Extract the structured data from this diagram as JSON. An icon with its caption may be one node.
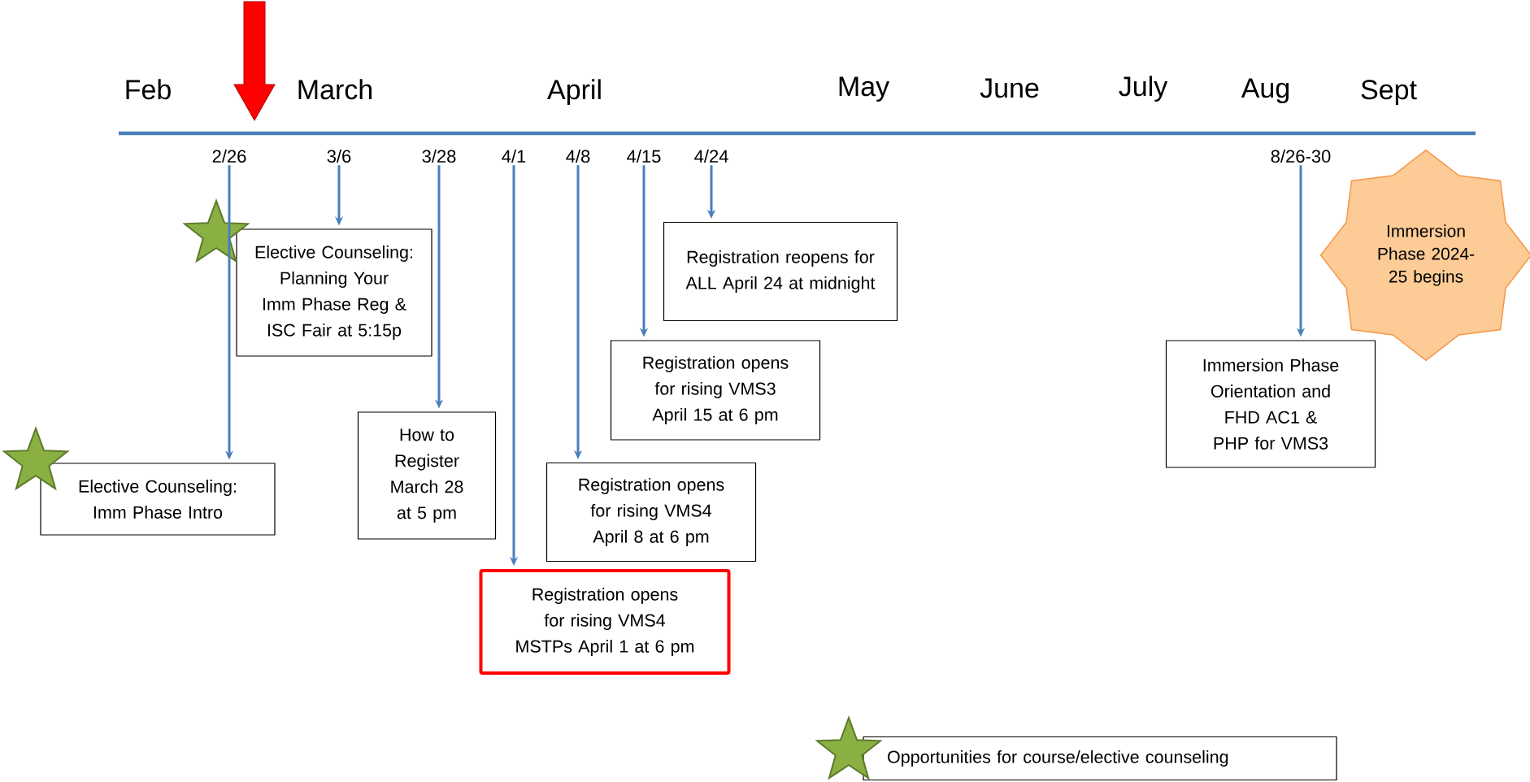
{
  "diagram": {
    "nodes": [
      {
        "text": [
          "2/26"
        ]
      },
      {
        "text": [
          "3/6"
        ]
      },
      {
        "text": [
          "3/28"
        ]
      },
      {
        "text": [
          "4/1"
        ]
      },
      {
        "text": [
          "4/8"
        ]
      },
      {
        "text": [
          "4/15"
        ]
      },
      {
        "text": [
          "4/24"
        ]
      },
      {
        "text": [
          "8/26-30"
        ]
      },
      {
        "text": [
          "Elective Counseling: Planning Your Imm Phase Reg & ISC Fair at 5:15p"
        ]
      },
      {
        "text": [
          "Elective Counseling: Imm Phase Intro"
        ]
      },
      {
        "text": [
          "How to Register March 28 at 5 pm"
        ]
      },
      {
        "text": [
          "Registration reopens for ALL April 24 at midnight"
        ]
      },
      {
        "text": [
          "Registration opens for rising VMS3 April 15 at 6 pm"
        ]
      },
      {
        "text": [
          "Registration opens for rising VMS4 April 8 at 6 pm"
        ]
      },
      {
        "text": [
          "Registration opens for rising VMS4 MSTPs April 1 at 6 pm"
        ]
      },
      {
        "text": [
          "Immersion Phase Orientation and FHD AC1 & PHP for VMS3"
        ]
      },
      {
        "text": [
          "Immersion Phase 2024-25 begins"
        ]
      }
    ],
    "edges": [
      {
        "from": 0,
        "to": 9,
        "arrow": "to"
      },
      {
        "from": 1,
        "to": 8,
        "arrow": "to"
      },
      {
        "from": 2,
        "to": 10,
        "arrow": "to"
      },
      {
        "from": 3,
        "to": 14,
        "arrow": "to"
      },
      {
        "from": 4,
        "to": 13,
        "arrow": "to"
      },
      {
        "from": 5,
        "to": 12,
        "arrow": "to"
      },
      {
        "from": 6,
        "to": 11,
        "arrow": "to"
      },
      {
        "from": 7,
        "to": 15,
        "arrow": "to"
      }
    ],
    "labels": [
      "Feb",
      "March",
      "April",
      "May",
      "June",
      "July",
      "Aug",
      "Sept"
    ],
    "legend": [
      {
        "text": "Opportunities for course/elective counseling"
      }
    ]
  }
}
